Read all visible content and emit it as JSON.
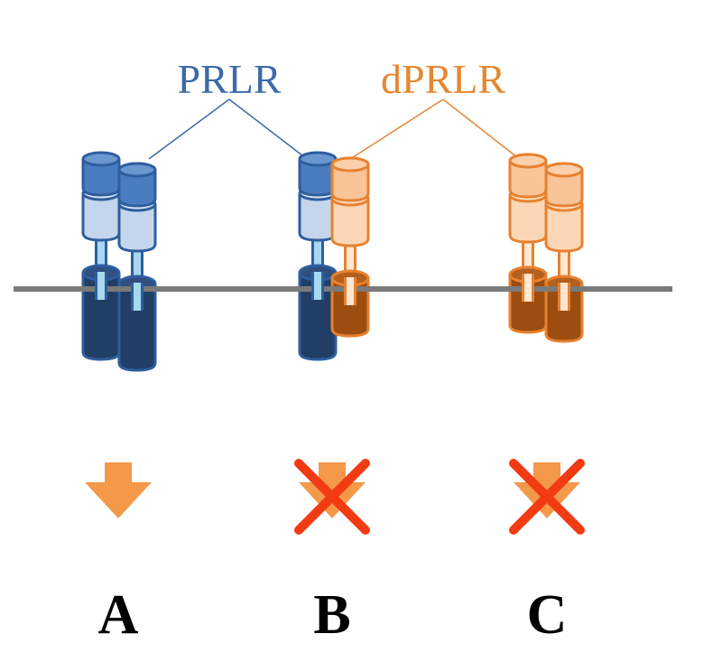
{
  "labels": {
    "prlr": "PRLR",
    "dprlr": "dPRLR",
    "case_a": "A",
    "case_b": "B",
    "case_c": "C"
  },
  "colors": {
    "prlr_top": "#4a7cc0",
    "prlr_middle": "#c5d6ec",
    "prlr_stalk": "#a8d8f0",
    "prlr_intracellular": "#213e66",
    "prlr_outline": "#2e5e9e",
    "dprlr_top": "#f9c497",
    "dprlr_middle": "#fbd7b6",
    "dprlr_stalk": "#ffe7d1",
    "dprlr_intracellular": "#9c4d0f",
    "dprlr_outline": "#e8812f",
    "membrane": "#7a7a7a",
    "signal_arrow": "#f4984a",
    "block_cross": "#f23a13",
    "prlr_label": "#3c6aa8",
    "dprlr_label": "#e58731"
  },
  "cases": [
    {
      "label": "A",
      "receptors": [
        "PRLR",
        "PRLR"
      ],
      "signal": "active"
    },
    {
      "label": "B",
      "receptors": [
        "PRLR",
        "dPRLR"
      ],
      "signal": "blocked"
    },
    {
      "label": "C",
      "receptors": [
        "dPRLR",
        "dPRLR"
      ],
      "signal": "blocked"
    }
  ]
}
